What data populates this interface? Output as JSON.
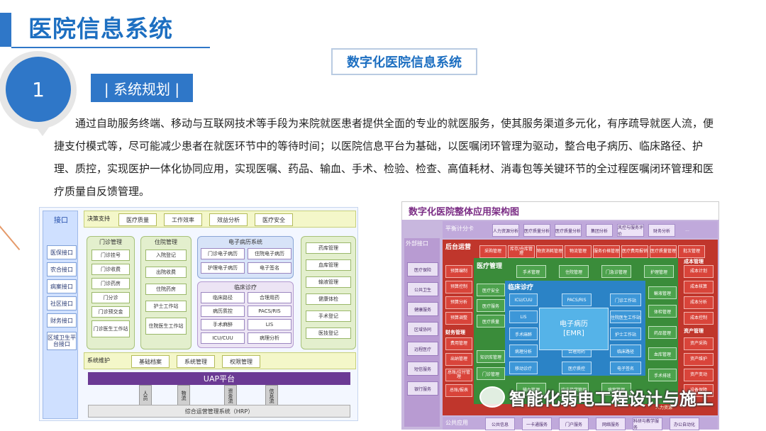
{
  "header": {
    "title": "医院信息系统"
  },
  "section": {
    "number": "1",
    "label": "| 系统规划 |"
  },
  "subtitle": "数字化医院信息系统",
  "body_text": "通过自助服务终端、移动与互联网技术等手段为来院就医患者提供全面的专业的就医服务，使其服务渠道多元化，有序疏导就医人流，便捷支付模式等，尽可能减少患者在就医环节中的等待时间；以医院信息平台为基础，以医嘱闭环管理为驱动，整合电子病历、临床路径、护理、质控，实现医护一体化协同应用，实现医嘱、药品、输血、手术、检验、检查、高值耗材、消毒包等关键环节的全过程医嘱闭环管理和医疗质量自反馈管理。",
  "left_diagram": {
    "interface_title": "接口",
    "ports": [
      "医保接口",
      "农合接口",
      "病案接口",
      "社区接口",
      "财务接口",
      "区域卫生平台接口"
    ],
    "decision": {
      "title": "决策支持",
      "items": [
        "医疗质量",
        "工作效率",
        "效益分析",
        "医疗安全"
      ]
    },
    "outpatient": {
      "title": "门诊管理",
      "items": [
        "门诊挂号",
        "门诊收费",
        "门诊药房",
        "门分诊",
        "门诊预交金",
        "门诊医生工作站"
      ]
    },
    "inpatient": {
      "title": "住院管理",
      "items": [
        "入院登记",
        "出院收费",
        "住院药房",
        "护士工作站",
        "住院医生工作站"
      ]
    },
    "emr": {
      "title": "电子病历系统",
      "items": [
        "门诊电子病历",
        "住院电子病历",
        "护理电子病历",
        "电子签名"
      ]
    },
    "clinical": {
      "title": "临床诊疗",
      "items": [
        "临床路径",
        "合理用药",
        "病历质控",
        "PACS/RIS",
        "手术麻醉",
        "LIS",
        "ICU/CUU",
        "病理分析"
      ]
    },
    "right_col": {
      "items": [
        "药库管理",
        "血库管理",
        "输液管理",
        "健康体检",
        "手术登记",
        "医技登记"
      ]
    },
    "maintenance": {
      "title": "系统维护",
      "items": [
        "基础档案",
        "系统管理",
        "权限管理"
      ]
    },
    "uap": "UAP平台",
    "flows": [
      "人员",
      "物流",
      "资金流",
      "信息流"
    ],
    "hrp": "综合运营管理系统（HRP）"
  },
  "right_diagram": {
    "title": "数字化医院整体应用架构图",
    "balanced_scorecard": "平衡计分卡",
    "top_items": [
      "人力资源分析",
      "医疗质量分析",
      "医疗质量分析",
      "集团分析",
      "风控与服务评价",
      "财务分析",
      "..."
    ],
    "external_interface": "外部接口",
    "ports": [
      "医疗保险",
      "公共卫生",
      "健康服务",
      "区域协同",
      "远程医疗",
      "短信服务",
      "银行服务"
    ],
    "back_office": "后台运营",
    "back_items": [
      "采购管理",
      "库存/仓库管理",
      "物资消耗管理",
      "物流管理",
      "服务价格管理",
      "医疗费用报销",
      "医疗质量管理",
      "批次管理"
    ],
    "back_left": [
      "预算编制",
      "预算控制",
      "预算分析",
      "预算调整"
    ],
    "finance": "财务管理",
    "finance_items": [
      "费用管理",
      "出纳管理",
      "总账/应付管理",
      "总账/报表"
    ],
    "cost": "成本管理",
    "cost_items": [
      "成本计划",
      "成本核算",
      "成本分析",
      "成本控制"
    ],
    "asset": "资产管理",
    "asset_items": [
      "资产采购",
      "资产维护",
      "资产变动",
      "设备保障"
    ],
    "medical": "医疗管理",
    "medical_items": [
      "医疗安全",
      "医疗服务",
      "医疗质量"
    ],
    "med_top": [
      "手术管理",
      "住院管理",
      "门急诊管理",
      "护理管理"
    ],
    "clinical": "临床诊疗",
    "core": "电子病历\n[EMR]",
    "clinical_items": [
      "ICU/CUU",
      "PACS/RIS",
      "门诊工作站",
      "LIS",
      "住院医生工作站",
      "手术麻醉",
      "护士工作站",
      "病理分析",
      "合理用药",
      "临床路径",
      "移动诊疗",
      "医疗质控",
      "电子签名"
    ],
    "bottom_items": [
      "知识库管理",
      "门诊管理",
      "输血管理",
      "临床药学管理",
      "病案管理"
    ],
    "right_items": [
      "輸液管理",
      "体检管理",
      "药品管理",
      "血库管理",
      "手术排班"
    ],
    "public": "公共应用",
    "public_items": [
      "公共信息",
      "一卡通服务",
      "门户服务",
      "网络服务",
      "科研与教学服务",
      "办公自动化"
    ],
    "hr": "人力资源"
  },
  "watermark": "智能化弱电工程设计与施工"
}
